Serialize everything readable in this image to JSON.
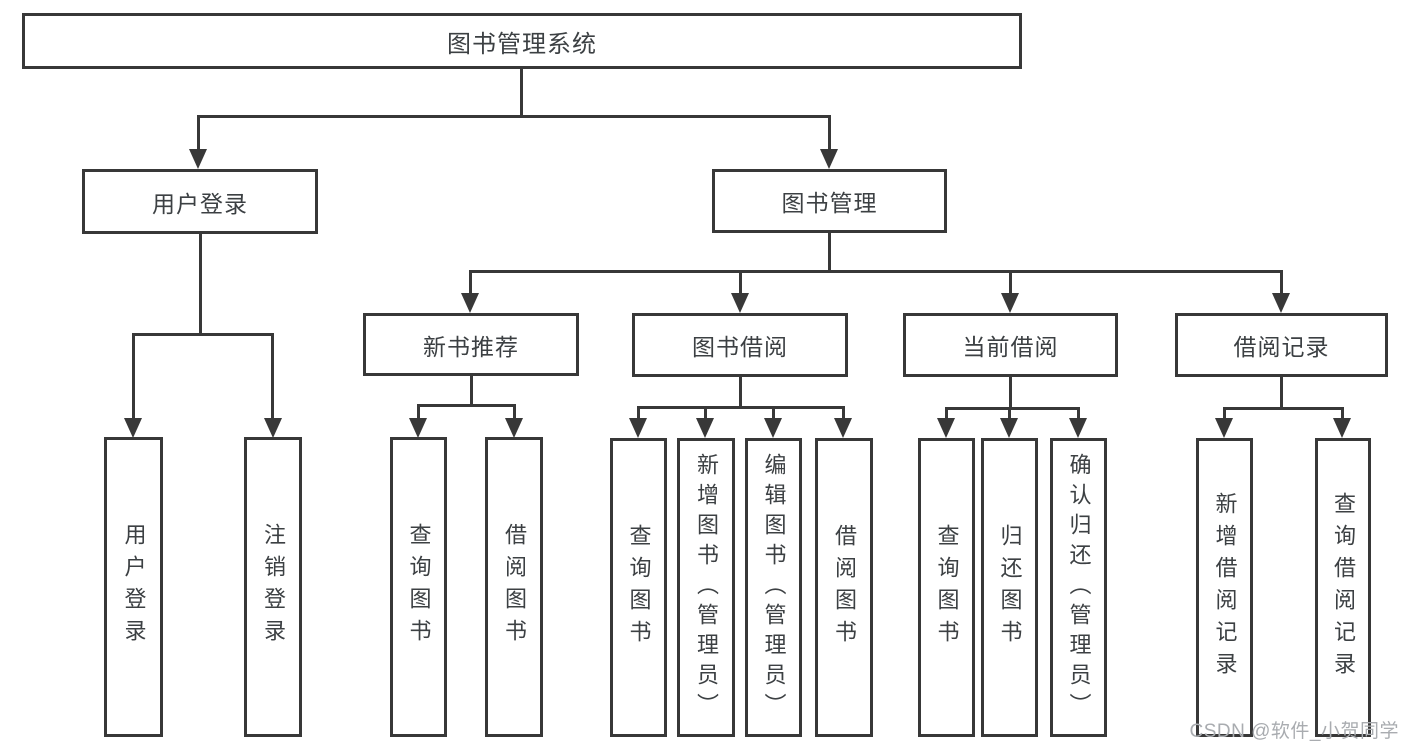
{
  "diagram": {
    "nodes": {
      "root": "图书管理系统",
      "user_login": "用户登录",
      "book_mgmt": "图书管理",
      "new_book_rec": "新书推荐",
      "book_borrow": "图书借阅",
      "current_borrow": "当前借阅",
      "borrow_records": "借阅记录",
      "leaf_user_login": "用户登录",
      "leaf_logout": "注销登录",
      "leaf_query_book_rec": "查询图书",
      "leaf_borrow_book_rec": "借阅图书",
      "leaf_query_book_borrow": "查询图书",
      "leaf_add_book_admin": "新增图书（管理员）",
      "leaf_edit_book_admin": "编辑图书（管理员）",
      "leaf_borrow_book_borrow": "借阅图书",
      "leaf_query_book_current": "查询图书",
      "leaf_return_book": "归还图书",
      "leaf_confirm_return_admin": "确认归还（管理员）",
      "leaf_add_borrow_record": "新增借阅记录",
      "leaf_query_borrow_record": "查询借阅记录"
    },
    "watermark": "CSDN @软件_小贺同学",
    "colors": {
      "line": "#383838",
      "text": "#3c4043",
      "background": "#ffffff",
      "watermark": "#a9acb0"
    }
  }
}
